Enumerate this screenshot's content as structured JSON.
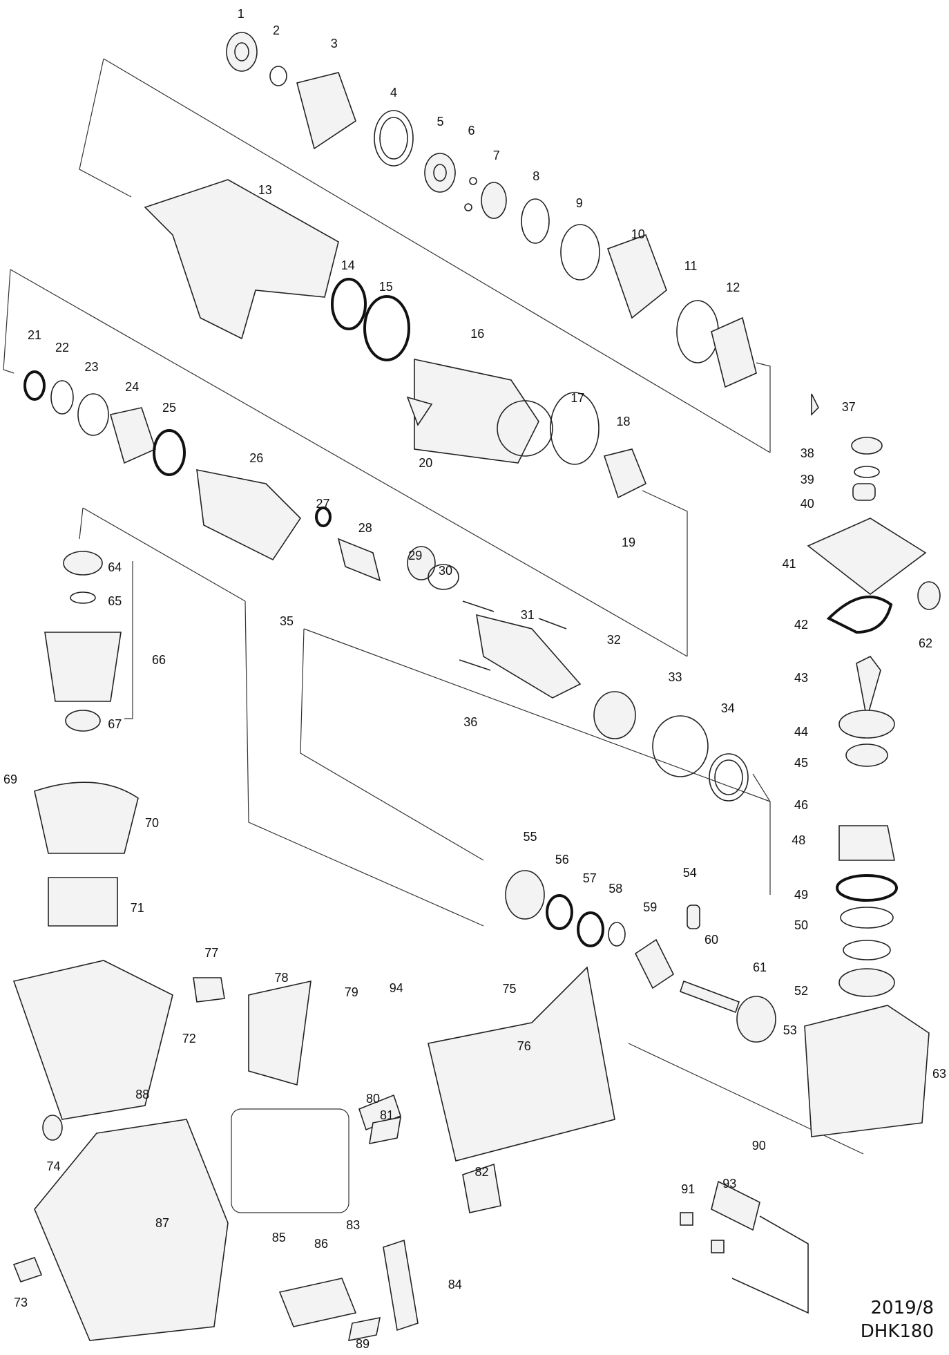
{
  "diagram": {
    "labels": [
      "1",
      "2",
      "3",
      "4",
      "5",
      "6",
      "7",
      "8",
      "9",
      "10",
      "11",
      "12",
      "13",
      "14",
      "15",
      "16",
      "17",
      "18",
      "19",
      "20",
      "21",
      "22",
      "23",
      "24",
      "25",
      "26",
      "27",
      "28",
      "29",
      "30",
      "31",
      "32",
      "33",
      "34",
      "35",
      "36",
      "37",
      "38",
      "39",
      "40",
      "41",
      "42",
      "43",
      "44",
      "45",
      "46",
      "48",
      "49",
      "50",
      "52",
      "53",
      "54",
      "55",
      "56",
      "57",
      "58",
      "59",
      "60",
      "61",
      "62",
      "63",
      "64",
      "65",
      "66",
      "67",
      "69",
      "70",
      "71",
      "72",
      "73",
      "74",
      "75",
      "76",
      "77",
      "78",
      "79",
      "80",
      "81",
      "82",
      "83",
      "84",
      "85",
      "86",
      "87",
      "88",
      "89",
      "90",
      "91",
      "93",
      "94"
    ],
    "date": "2019/8",
    "model": "DHK180"
  }
}
